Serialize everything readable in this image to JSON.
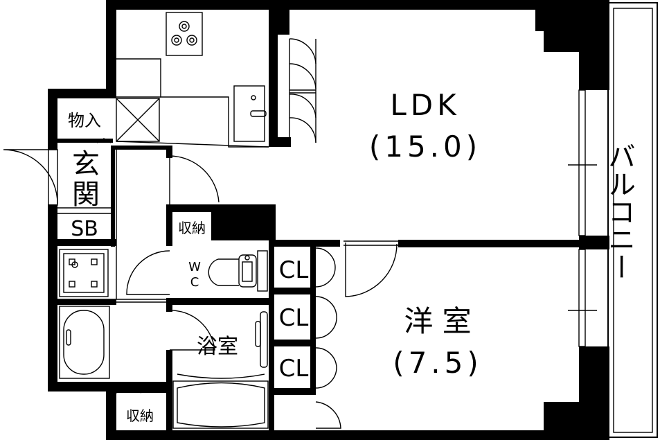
{
  "rooms": {
    "ldk": {
      "name": "LDK",
      "area": "(15.0)"
    },
    "western": {
      "name": "洋 室",
      "area": "(7.5)"
    },
    "balcony": {
      "name": "バルコニー"
    },
    "entrance": {
      "name_top": "玄",
      "name_bottom": "関"
    },
    "shoe_box": {
      "name": "SB"
    },
    "storage_in": {
      "name": "物入"
    },
    "storage_upper": {
      "name": "収納"
    },
    "storage_lower": {
      "name": "収納"
    },
    "wc": {
      "name_top": "W",
      "name_bottom": "C"
    },
    "bath": {
      "name": "浴室"
    },
    "closets": [
      {
        "name": "CL"
      },
      {
        "name": "CL"
      },
      {
        "name": "CL"
      }
    ]
  }
}
